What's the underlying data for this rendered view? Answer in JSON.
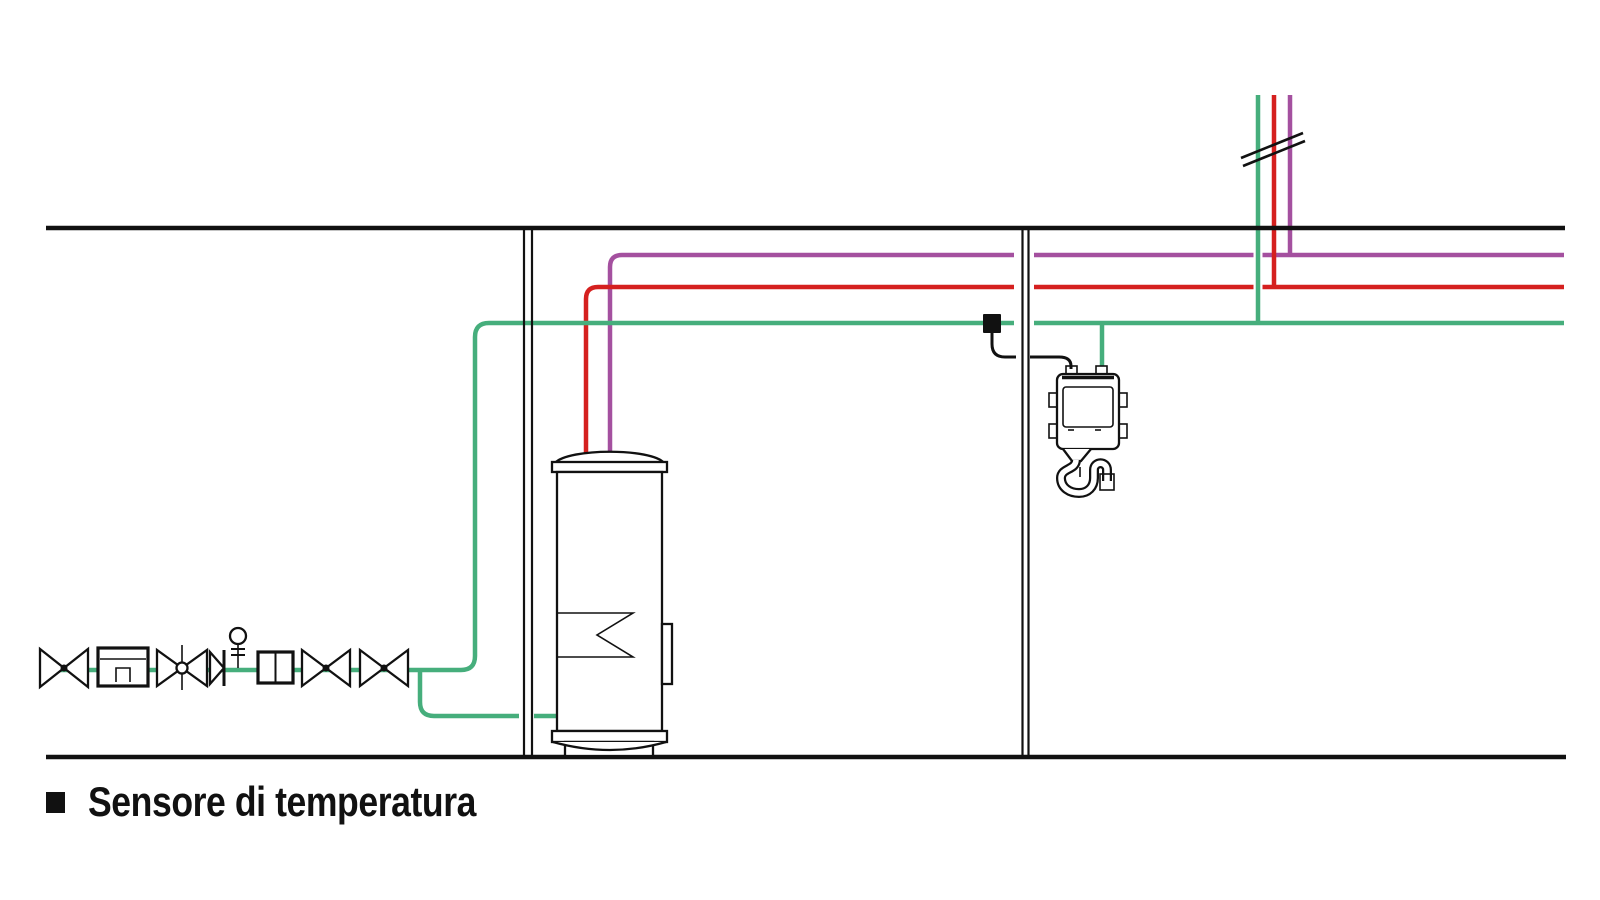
{
  "colors": {
    "cold_water": "#46ae7c",
    "hot_water": "#d5201f",
    "recirculation": "#a4509f",
    "line": "#111111"
  },
  "legend": {
    "items": [
      {
        "marker": "filled-square",
        "label": "Sensore di temperatura"
      }
    ]
  },
  "components": [
    "ceiling-line",
    "floor-line",
    "wall-left",
    "wall-right",
    "cold-water-pipe",
    "hot-water-pipe",
    "recirculation-pipe",
    "shutoff-valve",
    "water-meter",
    "valve-with-drain",
    "check-valve",
    "pressure-gauge",
    "filter",
    "shutoff-valve",
    "shutoff-valve",
    "storage-water-heater",
    "heating-element-symbol",
    "temperature-sensor",
    "sensor-cable",
    "treatment-unit",
    "siphon-trap",
    "pipe-break"
  ]
}
